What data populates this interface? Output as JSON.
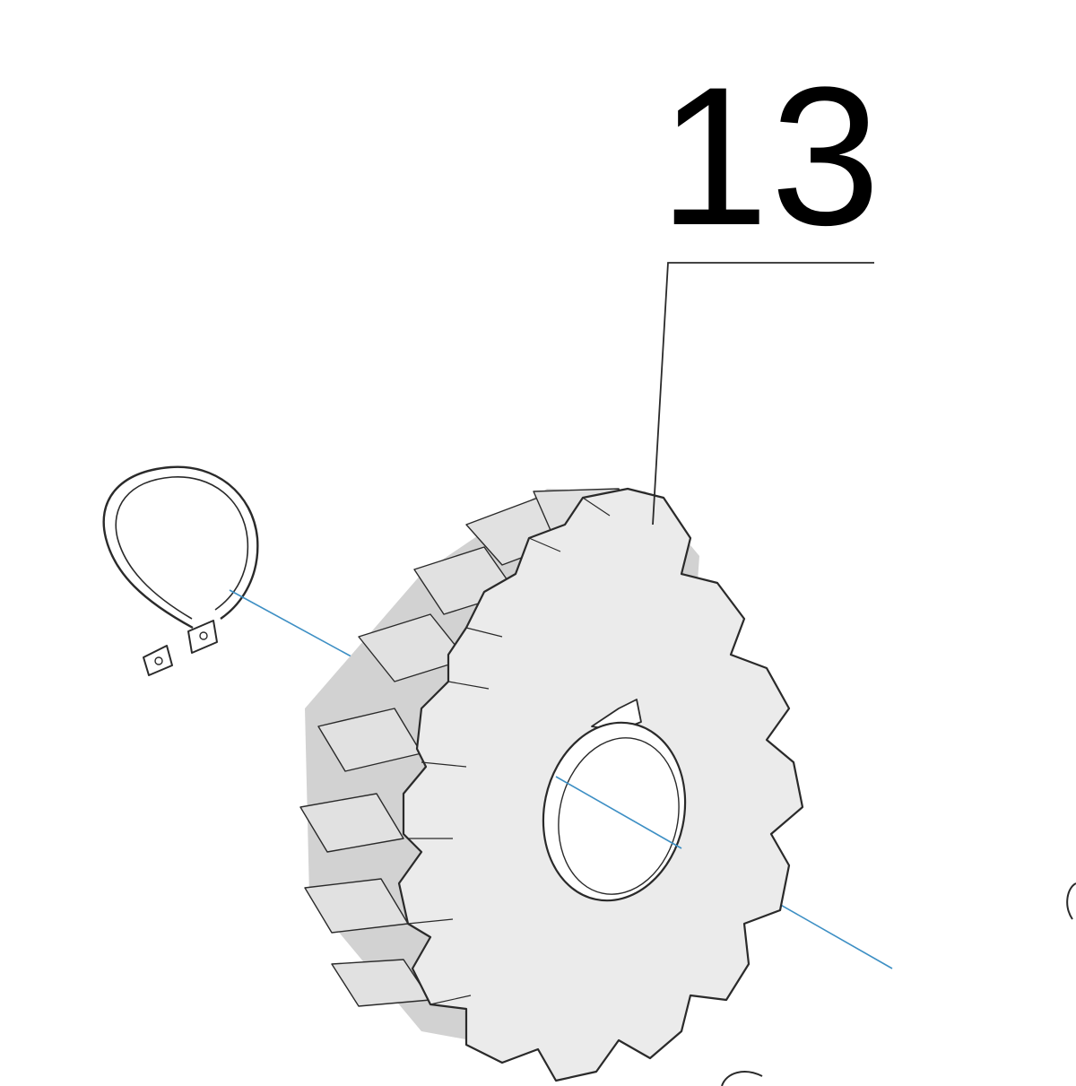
{
  "diagram": {
    "callout": {
      "number": "13"
    },
    "colors": {
      "line": "#2a2a2a",
      "axis": "#3d8fc4",
      "gear_face": "#ebebeb",
      "gear_flank": "#e1e1e1",
      "gear_dark": "#d2d2d2",
      "bore": "#ffffff",
      "clip": "#ffffff"
    },
    "parts": {
      "gear": "spur-gear",
      "retaining_ring": "circlip"
    }
  }
}
